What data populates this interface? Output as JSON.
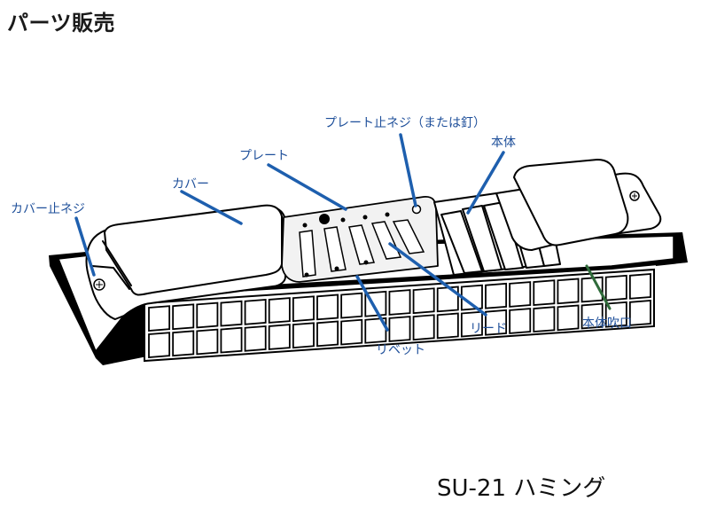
{
  "header": {
    "title": "パーツ販売"
  },
  "diagram": {
    "labels": {
      "cover_screw": "カバー止ネジ",
      "cover": "カバー",
      "plate": "プレート",
      "plate_screw": "プレート止ネジ（または釘）",
      "body": "本体",
      "reed": "リード",
      "rivet": "リベット",
      "body_holes": "本体吹口"
    }
  },
  "footer": {
    "model": "SU-21 ハミング"
  },
  "colors": {
    "label": "#1e4f9a",
    "leader": "#1e5fae",
    "leader_holes": "#2f6b3a",
    "ink": "#000000"
  }
}
